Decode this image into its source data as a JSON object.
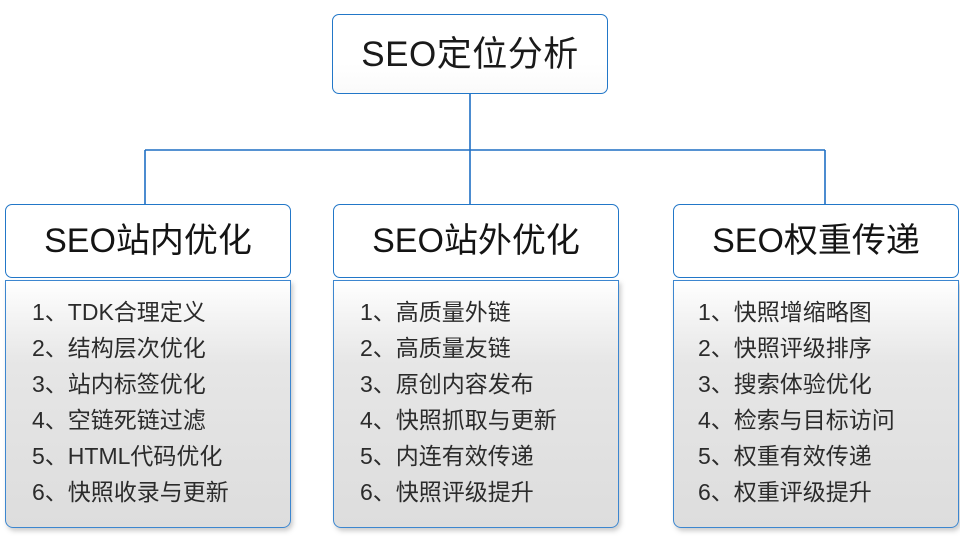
{
  "diagram": {
    "title": "SEO定位分析",
    "root": {
      "label": "SEO定位分析"
    },
    "colors": {
      "border_blue": "#2277c8",
      "body_border_blue": "#3c86cf",
      "connector_blue": "#1f6fc4",
      "text_dark": "#1a1a1a",
      "item_text": "#2b2b2b",
      "body_gradient_top": "#ffffff",
      "body_gradient_bottom": "#dddddd",
      "page_background": "#ffffff"
    },
    "branches": [
      {
        "header": "SEO站内优化",
        "items": [
          "1、TDK合理定义",
          "2、结构层次优化",
          "3、站内标签优化",
          "4、空链死链过滤",
          "5、HTML代码优化",
          "6、快照收录与更新"
        ]
      },
      {
        "header": "SEO站外优化",
        "items": [
          "1、高质量外链",
          "2、高质量友链",
          "3、原创内容发布",
          "4、快照抓取与更新",
          "5、内连有效传递",
          "6、快照评级提升"
        ]
      },
      {
        "header": "SEO权重传递",
        "items": [
          "1、快照增缩略图",
          "2、快照评级排序",
          "3、搜索体验优化",
          "4、检索与目标访问",
          "5、权重有效传递",
          "6、权重评级提升"
        ]
      }
    ]
  }
}
